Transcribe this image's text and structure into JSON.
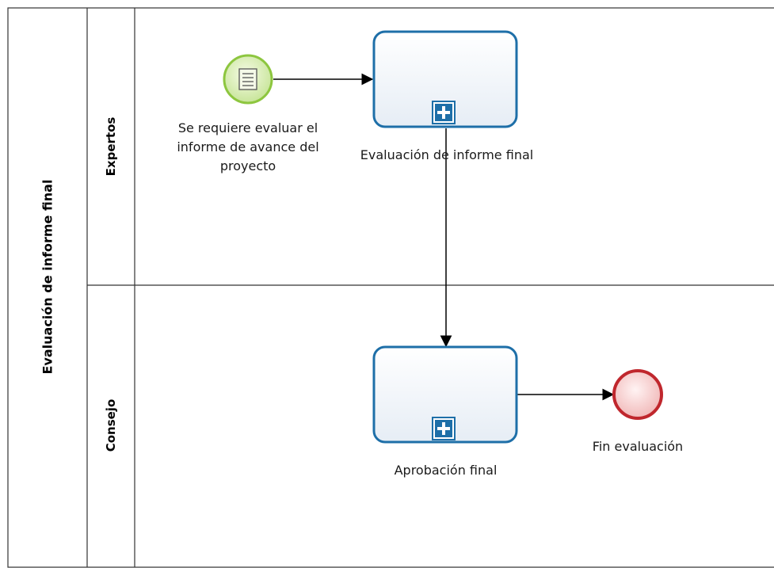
{
  "pool": {
    "name": "Evaluación de informe final"
  },
  "lanes": [
    {
      "name": "Expertos"
    },
    {
      "name": "Consejo"
    }
  ],
  "start_event": {
    "label": "Se requiere evaluar el informe de avance del proyecto",
    "type": "message-start",
    "icon": "message-icon",
    "color": "#8dc63f"
  },
  "tasks": [
    {
      "label": "Evaluación de informe final",
      "type": "collapsed-subprocess",
      "marker": "plus-marker-icon"
    },
    {
      "label": "Aprobación final",
      "type": "collapsed-subprocess",
      "marker": "plus-marker-icon"
    }
  ],
  "end_event": {
    "label": "Fin evaluación",
    "color": "#c0272d"
  },
  "colors": {
    "task_border": "#1e6fa8",
    "task_fill": "#f1f5fa",
    "lane_border": "#333333"
  }
}
